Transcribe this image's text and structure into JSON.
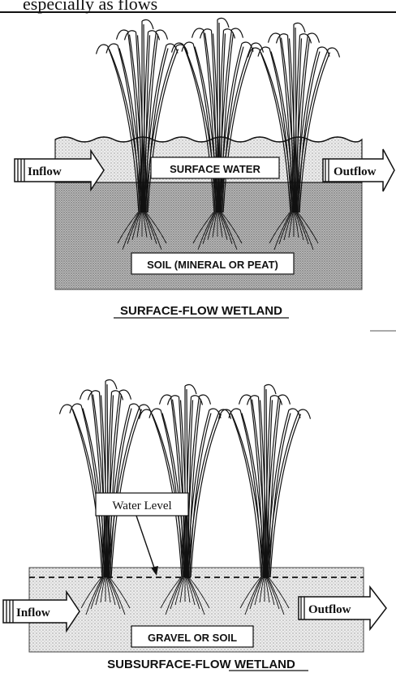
{
  "top_cutoff_text": "especially as flows",
  "panels": {
    "surface": {
      "inflow_label": "Inflow",
      "outflow_label": "Outflow",
      "water_label": "SURFACE WATER",
      "soil_label": "SOIL (MINERAL OR PEAT)",
      "caption": "SURFACE-FLOW WETLAND"
    },
    "subsurface": {
      "inflow_label": "Inflow",
      "outflow_label": "Outflow",
      "water_level_label": "Water Level",
      "soil_label": "GRAVEL OR SOIL",
      "caption": "SUBSURFACE-FLOW WETLAND"
    }
  },
  "colors": {
    "ink": "#111111",
    "water_fill": "#e6e6e6",
    "soil_fill": "#b4b4b4"
  }
}
